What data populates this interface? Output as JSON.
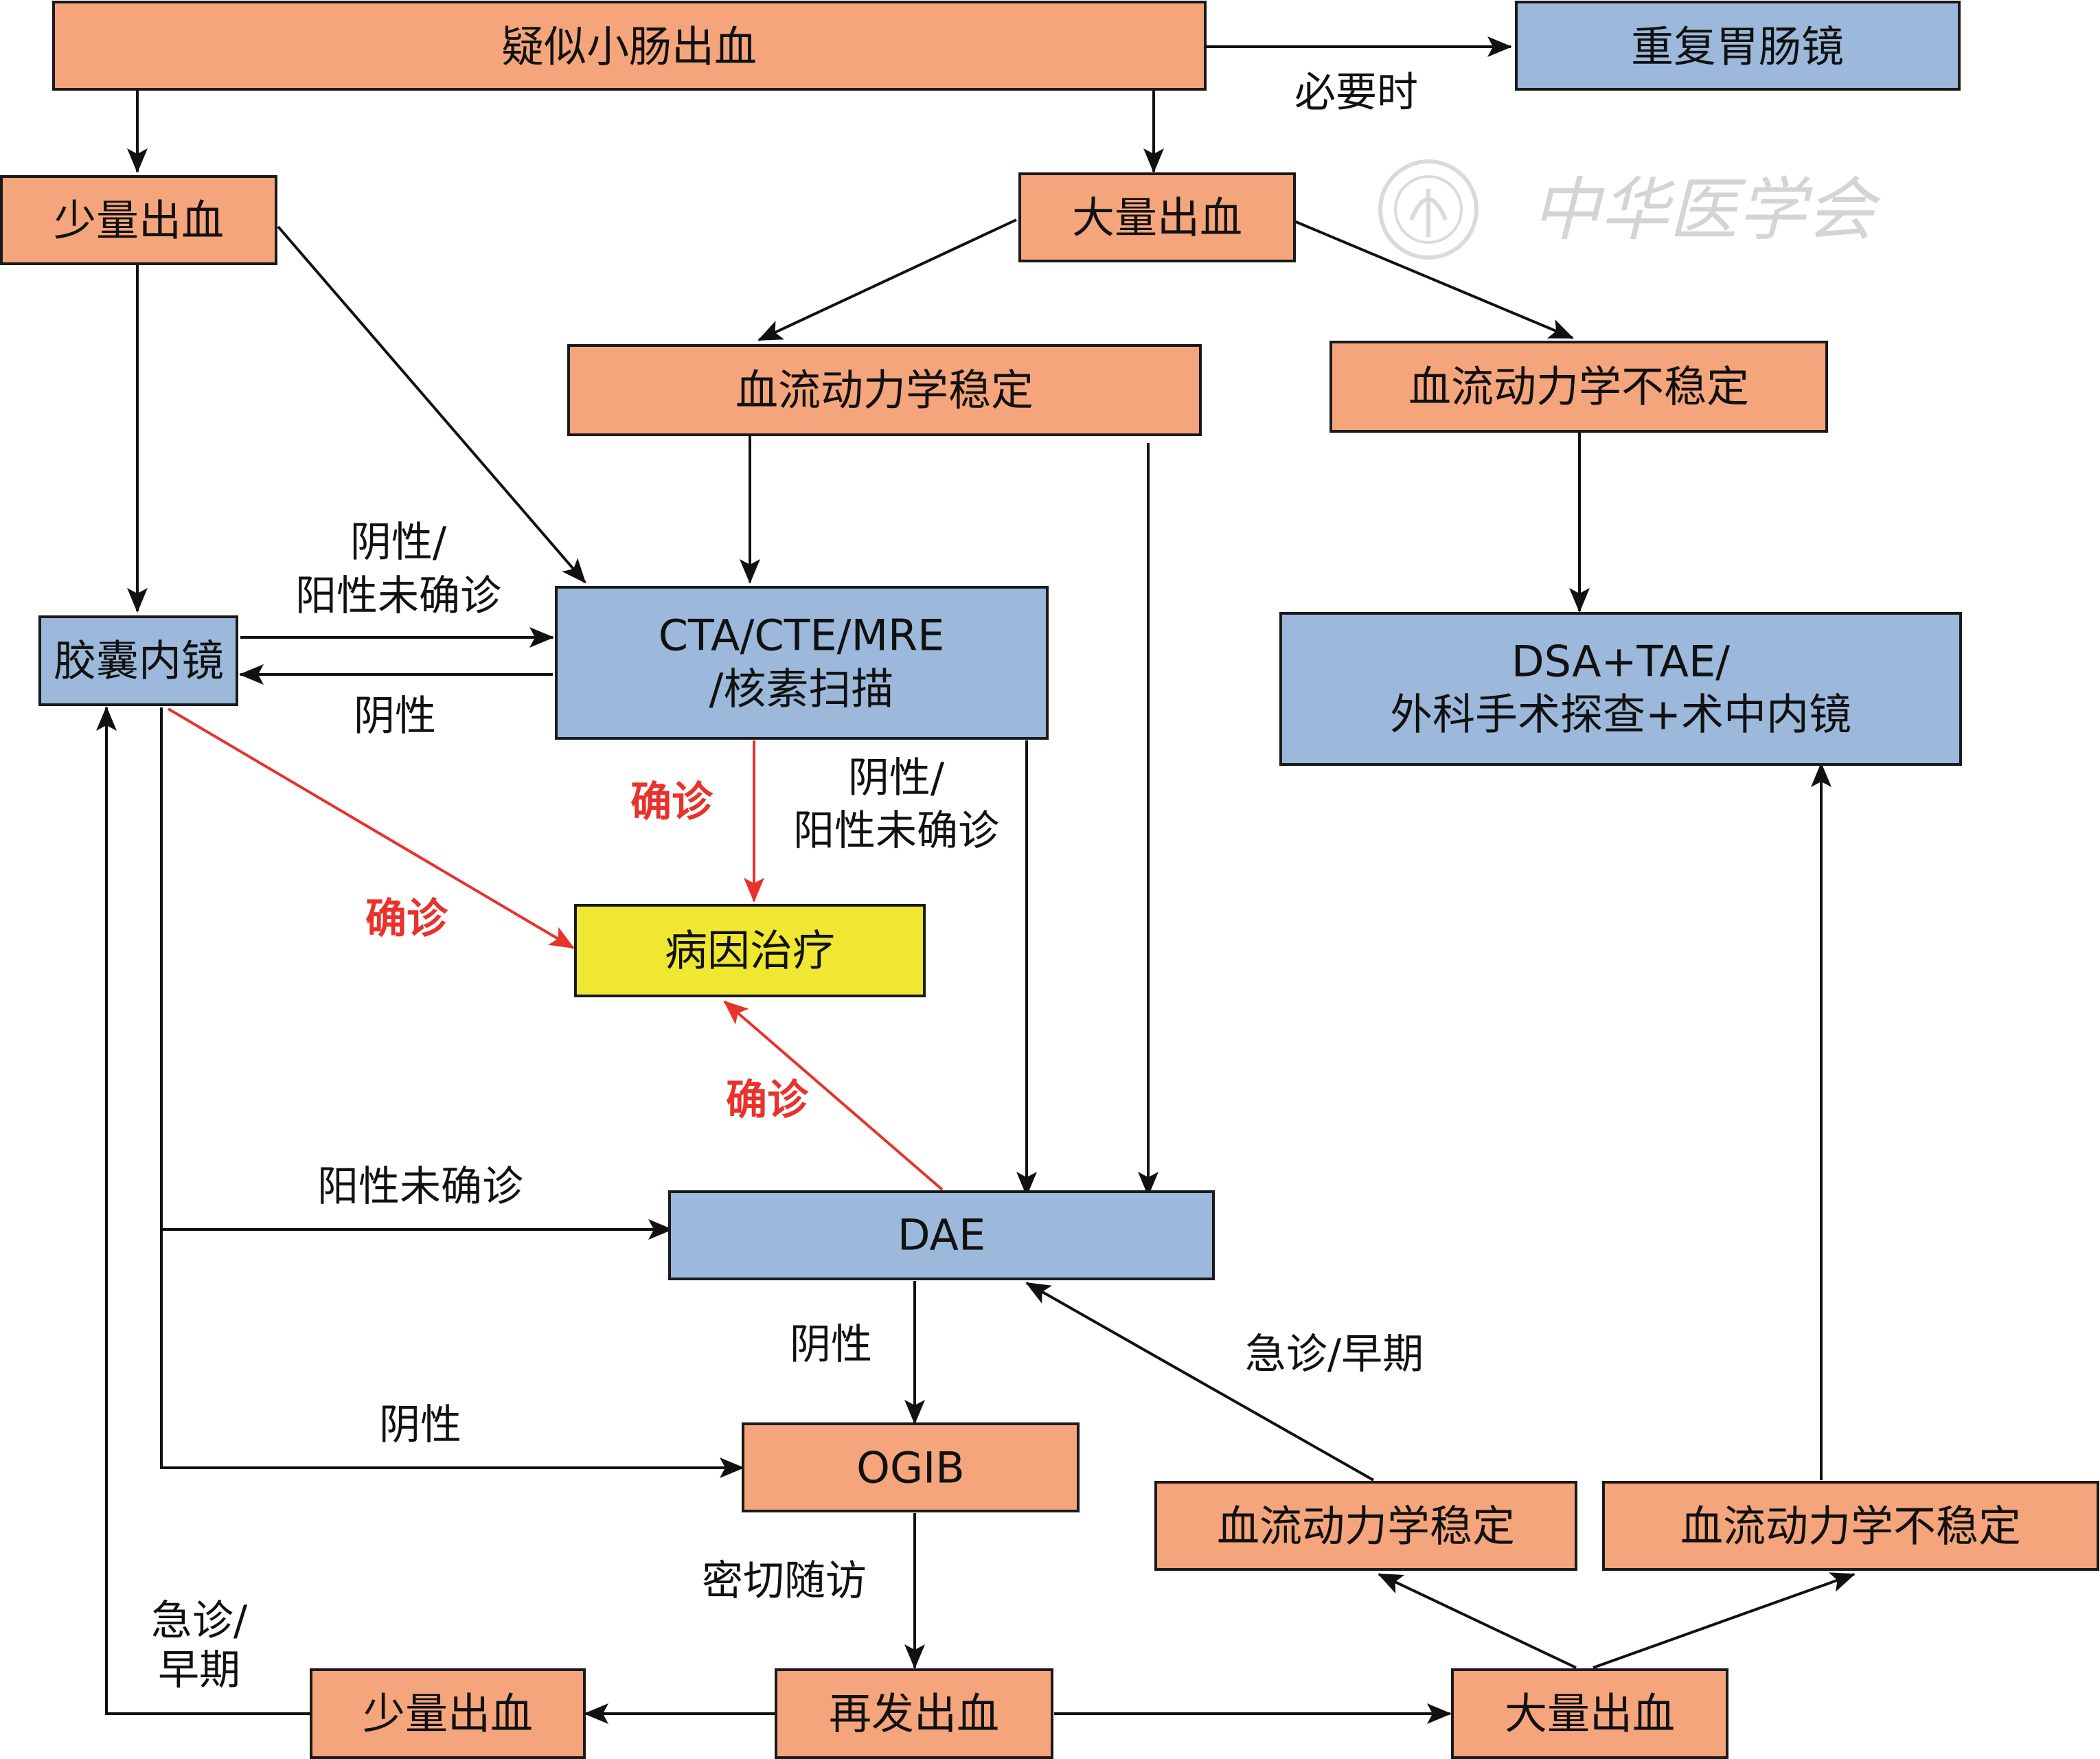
{
  "nodes": {
    "suspected": "疑似小肠出血",
    "repeat_gastroscopy": "重复胃肠镜",
    "minor_bleed_top": "少量出血",
    "major_bleed_top": "大量出血",
    "hemo_stable_top": "血流动力学稳定",
    "hemo_unstable_top": "血流动力学不稳定",
    "capsule": "胶囊内镜",
    "cta_line1": "CTA/CTE/MRE",
    "cta_line2": "/核素扫描",
    "dsa_line1": "DSA+TAE/",
    "dsa_line2": "外科手术探查+术中内镜",
    "etiology_tx": "病因治疗",
    "dae": "DAE",
    "ogib": "OGIB",
    "hemo_stable_bottom": "血流动力学稳定",
    "hemo_unstable_bottom": "血流动力学不稳定",
    "minor_bleed_bottom": "少量出血",
    "rebleed": "再发出血",
    "major_bleed_bottom": "大量出血"
  },
  "labels": {
    "when_necessary": "必要时",
    "negative_or_unconfirmed_1a": "阴性/",
    "negative_or_unconfirmed_1b": "阳性未确诊",
    "negative_1": "阴性",
    "confirmed_1": "确诊",
    "confirmed_2": "确诊",
    "confirmed_3": "确诊",
    "negative_or_unconfirmed_2a": "阴性/",
    "negative_or_unconfirmed_2b": "阳性未确诊",
    "positive_unconfirmed": "阳性未确诊",
    "emergency_early_1": "急诊/早期",
    "negative_2": "阴性",
    "negative_3": "阴性",
    "close_followup": "密切随访",
    "emergency_early_2a": "急诊/",
    "emergency_early_2b": "早期"
  },
  "watermark": {
    "text": "中华医学会",
    "icon": "cma-seal-icon"
  },
  "colors": {
    "orange": "#F4A57C",
    "blue": "#9CB8DA",
    "yellow": "#F0E732",
    "red": "#e8322c"
  }
}
